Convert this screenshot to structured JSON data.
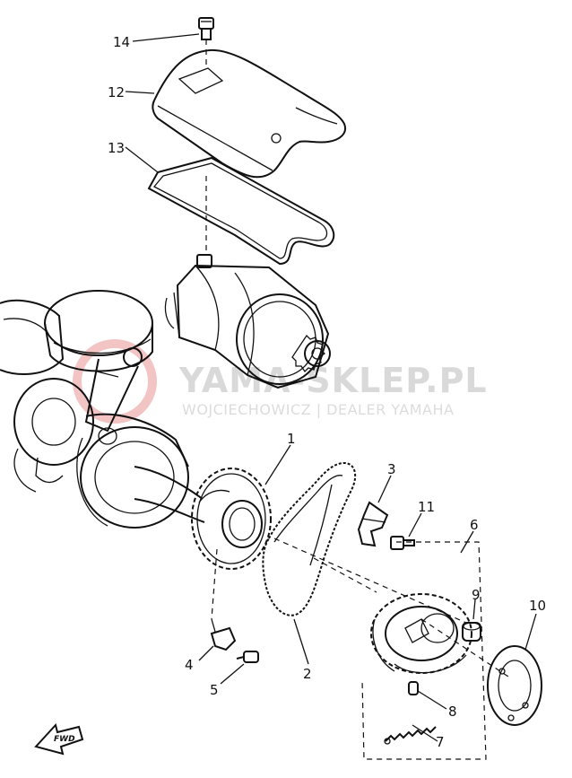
{
  "part_numbers": {
    "p1": "1",
    "p2": "2",
    "p3": "3",
    "p4": "4",
    "p5": "5",
    "p6": "6",
    "p7": "7",
    "p8": "8",
    "p9": "9",
    "p10": "10",
    "p11": "11",
    "p12": "12",
    "p13": "13",
    "p14": "14"
  },
  "watermark": {
    "brand": "YAMA-SKLEP.PL",
    "dealer": "WOJCIECHOWICZ | DEALER YAMAHA"
  },
  "direction_arrow": {
    "label": "FWD"
  }
}
